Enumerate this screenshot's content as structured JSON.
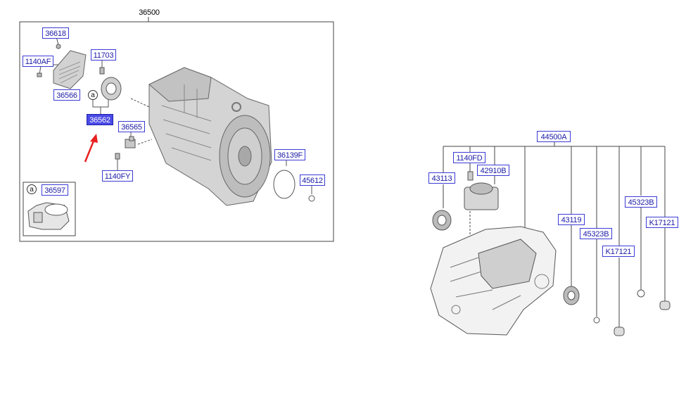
{
  "diagram": {
    "left_group": {
      "assembly_label": "36500",
      "inset_callout": "a",
      "inset_label": "36597",
      "callout_a": "a",
      "parts": {
        "p36618": "36618",
        "p1140AF": "1140AF",
        "p11703": "11703",
        "p36566": "36566",
        "p36562": "36562",
        "p36565": "36565",
        "p1140FY": "1140FY",
        "p36139F": "36139F",
        "p45612": "45612"
      }
    },
    "right_group": {
      "assembly_label": "44500A",
      "parts": {
        "p1140FD": "1140FD",
        "p42910B": "42910B",
        "p43113": "43113",
        "p43119": "43119",
        "p45323B_a": "45323B",
        "p45323B_b": "45323B",
        "pK17121_a": "K17121",
        "pK17121_b": "K17121"
      }
    },
    "highlighted_part": "36562",
    "arrow_color": "#e82020",
    "label_color": "#1a1aa6",
    "highlight_color": "#4a4ae6"
  }
}
